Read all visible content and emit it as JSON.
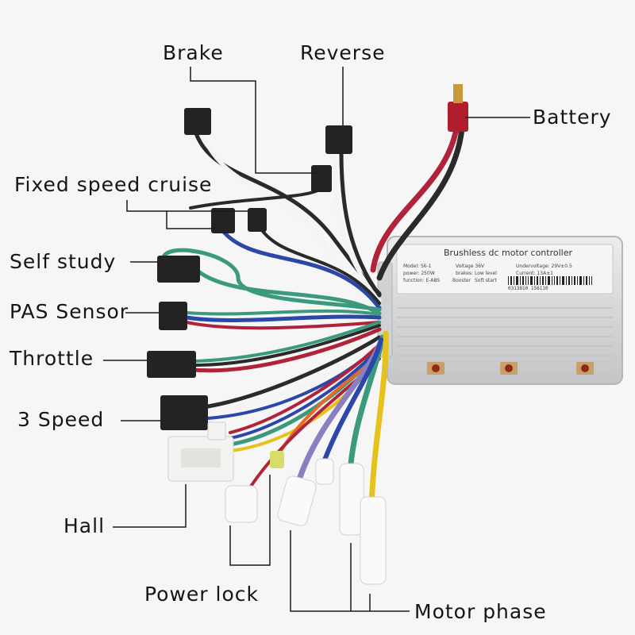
{
  "labels": {
    "brake": "Brake",
    "reverse": "Reverse",
    "battery": "Battery",
    "fixed_speed_cruise": "Fixed speed cruise",
    "self_study": "Self study",
    "pas_sensor": "PAS Sensor",
    "throttle": "Throttle",
    "three_speed": "3 Speed",
    "hall": "Hall",
    "power_lock": "Power lock",
    "motor_phase": "Motor phase"
  },
  "controller": {
    "title": "Brushless dc motor controller",
    "specs": {
      "model": "Model:  S6-1",
      "voltage": "Voltage 36V",
      "undervoltage": "Undervoltage:  29V±0.5",
      "power": "power:  250W",
      "brakes": "brakes:  Low level",
      "current": "Current:  13A±1",
      "function": "function:  E-ABS",
      "booster": "Booster",
      "soft_start": "Soft start"
    },
    "barcode": "0313810 156110"
  },
  "colors": {
    "background": "#f6f6f6",
    "leader_line": "#1a1a1a",
    "housing": "#d9dadb",
    "red_wire": "#b0233b",
    "black_wire": "#2a2a2a",
    "white_wire": "#f4f4f4",
    "blue_wire": "#2b47a8",
    "green_wire": "#3b9a7e",
    "yellow_wire": "#e7c21a",
    "purple_wire": "#8a7fc0",
    "orange_wire": "#e66a24"
  }
}
